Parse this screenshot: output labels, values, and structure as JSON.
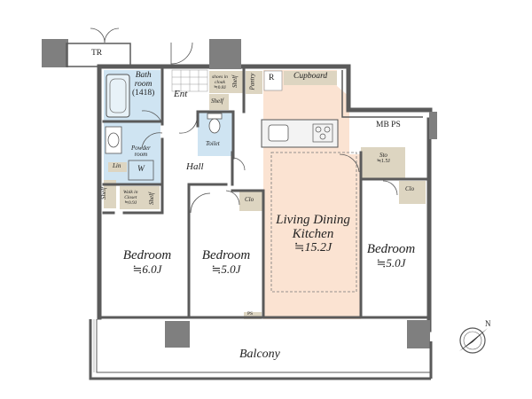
{
  "colors": {
    "wall": "#5a5a5a",
    "column": "#7f7f7f",
    "bath_fill": "#cfe4f2",
    "kitchen_fill": "#fbe3d2",
    "storage_fill": "#ddd5c1",
    "floor": "#ffffff"
  },
  "rooms": {
    "tr": "TR",
    "bath_line1": "Bath",
    "bath_line2": "room",
    "bath_size": "(1418)",
    "ent": "Ent",
    "shoes_line1": "shoes in",
    "shoes_line2": "cloak",
    "shoes_size": "≒0.8J",
    "shelf": "Shelf",
    "pantry": "Pantry",
    "r": "R",
    "cupboard": "Cupboard",
    "mb_ps": "MB PS",
    "toilet": "Toilet",
    "powder_line1": "Powder",
    "powder_line2": "room",
    "w": "W",
    "lin": "Lin",
    "hall": "Hall",
    "sto": "Sto",
    "sto_size": "≒1.5J",
    "walkin_line1": "Walk in",
    "walkin_line2": "Closet",
    "walkin_size": "≒0.9J",
    "clo": "Clo",
    "ldk_line1": "Living Dining",
    "ldk_line2": "Kitchen",
    "ldk_size": "≒15.2J",
    "bedroom": "Bedroom",
    "bed1_size": "≒6.0J",
    "bed2_size": "≒5.0J",
    "bed3_size": "≒5.0J",
    "ps": "PS",
    "balcony": "Balcony"
  },
  "compass": {
    "letter": "N"
  }
}
